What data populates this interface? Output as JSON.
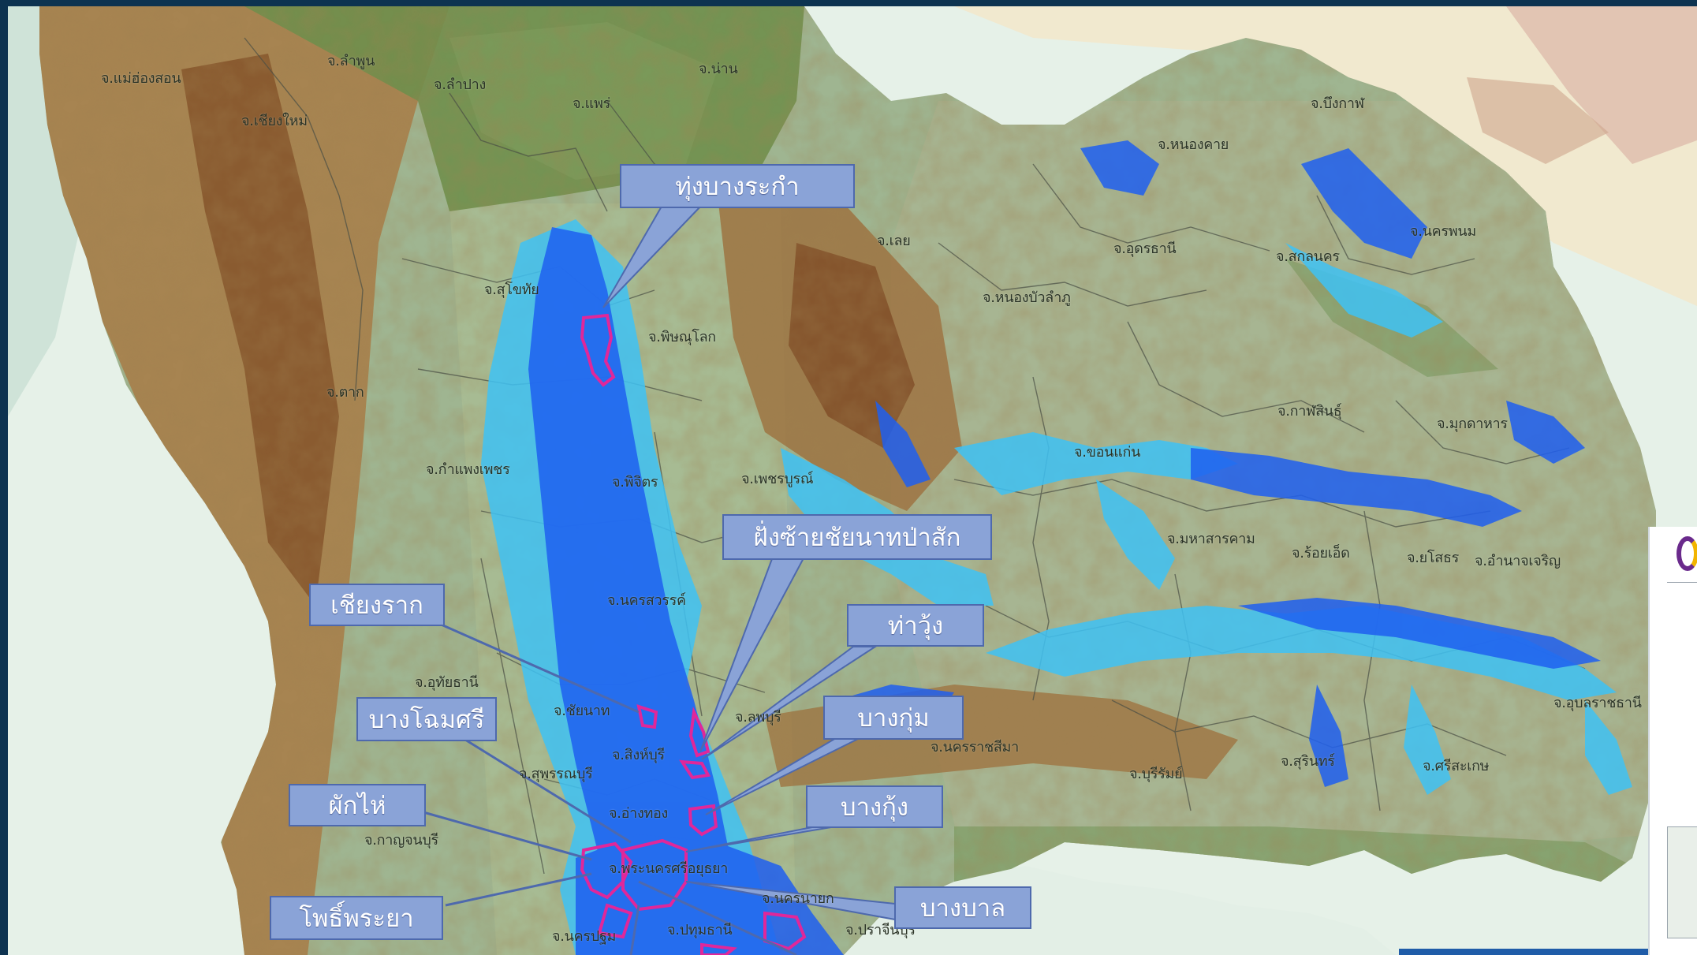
{
  "map": {
    "colors": {
      "background_frame": "#0d3350",
      "sea": "#e6f1e8",
      "lowland": "#9fb591",
      "mountain": "#a9763f",
      "flood_deep": "#1f5ff0",
      "flood_shallow": "#3ec2f5",
      "polder_outline": "#e0279a",
      "callout_fill": "#8aa3d7",
      "callout_border": "#4e69ad",
      "callout_leader": "#4e69ad"
    },
    "provinces": [
      {
        "id": "maehongson",
        "label": "จ.แม่ฮ่องสอน"
      },
      {
        "id": "lamphun",
        "label": "จ.ลำพูน"
      },
      {
        "id": "lampang",
        "label": "จ.ลำปาง"
      },
      {
        "id": "nan",
        "label": "จ.น่าน"
      },
      {
        "id": "phrae",
        "label": "จ.แพร่"
      },
      {
        "id": "chiangmai",
        "label": "จ.เชียงใหม่"
      },
      {
        "id": "buengkan",
        "label": "จ.บึงกาฬ"
      },
      {
        "id": "nongkhai",
        "label": "จ.หนองคาย"
      },
      {
        "id": "nakhonphanom",
        "label": "จ.นครพนม"
      },
      {
        "id": "loei",
        "label": "จ.เลย"
      },
      {
        "id": "udonthani",
        "label": "จ.อุดรธานี"
      },
      {
        "id": "sakonnakhon",
        "label": "จ.สกลนคร"
      },
      {
        "id": "sukhothai",
        "label": "จ.สุโขทัย"
      },
      {
        "id": "nongbualamphu",
        "label": "จ.หนองบัวลำภู"
      },
      {
        "id": "phitsanulok",
        "label": "จ.พิษณุโลก"
      },
      {
        "id": "tak",
        "label": "จ.ตาก"
      },
      {
        "id": "kalasin",
        "label": "จ.กาฬสินธุ์"
      },
      {
        "id": "mukdahan",
        "label": "จ.มุกดาหาร"
      },
      {
        "id": "khonkaen",
        "label": "จ.ขอนแก่น"
      },
      {
        "id": "kamphaengphet",
        "label": "จ.กำแพงเพชร"
      },
      {
        "id": "phichit",
        "label": "จ.พิจิตร"
      },
      {
        "id": "phetchabun",
        "label": "จ.เพชรบูรณ์"
      },
      {
        "id": "mahasarakham",
        "label": "จ.มหาสารคาม"
      },
      {
        "id": "roiet",
        "label": "จ.ร้อยเอ็ด"
      },
      {
        "id": "yasothon",
        "label": "จ.ยโสธร"
      },
      {
        "id": "amnatcharoen",
        "label": "จ.อำนาจเจริญ"
      },
      {
        "id": "nakhonsawan",
        "label": "จ.นครสวรรค์"
      },
      {
        "id": "uthaithani",
        "label": "จ.อุทัยธานี"
      },
      {
        "id": "ubonratchathani",
        "label": "จ.อุบลราชธานี"
      },
      {
        "id": "chainat",
        "label": "จ.ชัยนาท"
      },
      {
        "id": "lopburi",
        "label": "จ.ลพบุรี"
      },
      {
        "id": "singburi",
        "label": "จ.สิงห์บุรี"
      },
      {
        "id": "nakhonratchasima",
        "label": "จ.นครราชสีมา"
      },
      {
        "id": "suphanburi",
        "label": "จ.สุพรรณบุรี"
      },
      {
        "id": "buriram",
        "label": "จ.บุรีรัมย์"
      },
      {
        "id": "surin",
        "label": "จ.สุรินทร์"
      },
      {
        "id": "sisaket",
        "label": "จ.ศรีสะเกษ"
      },
      {
        "id": "angthong",
        "label": "จ.อ่างทอง"
      },
      {
        "id": "kanchanaburi",
        "label": "จ.กาญจนบุรี"
      },
      {
        "id": "ayutthaya",
        "label": "จ.พระนครศรีอยุธยา"
      },
      {
        "id": "nakhonnayok",
        "label": "จ.นครนายก"
      },
      {
        "id": "pathumthani",
        "label": "จ.ปทุมธานี"
      },
      {
        "id": "prachinburi",
        "label": "จ.ปราจีนบุรี"
      },
      {
        "id": "nakhonpathom",
        "label": "จ.นครปฐม"
      }
    ],
    "callouts": [
      {
        "id": "thung-bang-rakam",
        "label": "ทุ่งบางระกำ"
      },
      {
        "id": "fang-sai-chainat-pasak",
        "label": "ฝั่งซ้ายชัยนาทป่าสัก"
      },
      {
        "id": "chiang-rak",
        "label": "เชียงราก"
      },
      {
        "id": "tha-wang",
        "label": "ท่าวุ้ง"
      },
      {
        "id": "bang-mok",
        "label": "บางโฉมศรี"
      },
      {
        "id": "bang-kum",
        "label": "บางกุ่ม"
      },
      {
        "id": "phak-hai",
        "label": "ผักไห่"
      },
      {
        "id": "bang-kung",
        "label": "บางกุ้ง"
      },
      {
        "id": "bang-ban",
        "label": "บางบาล"
      },
      {
        "id": "pho-phraya",
        "label": "โพธิ์พระยา"
      }
    ]
  }
}
